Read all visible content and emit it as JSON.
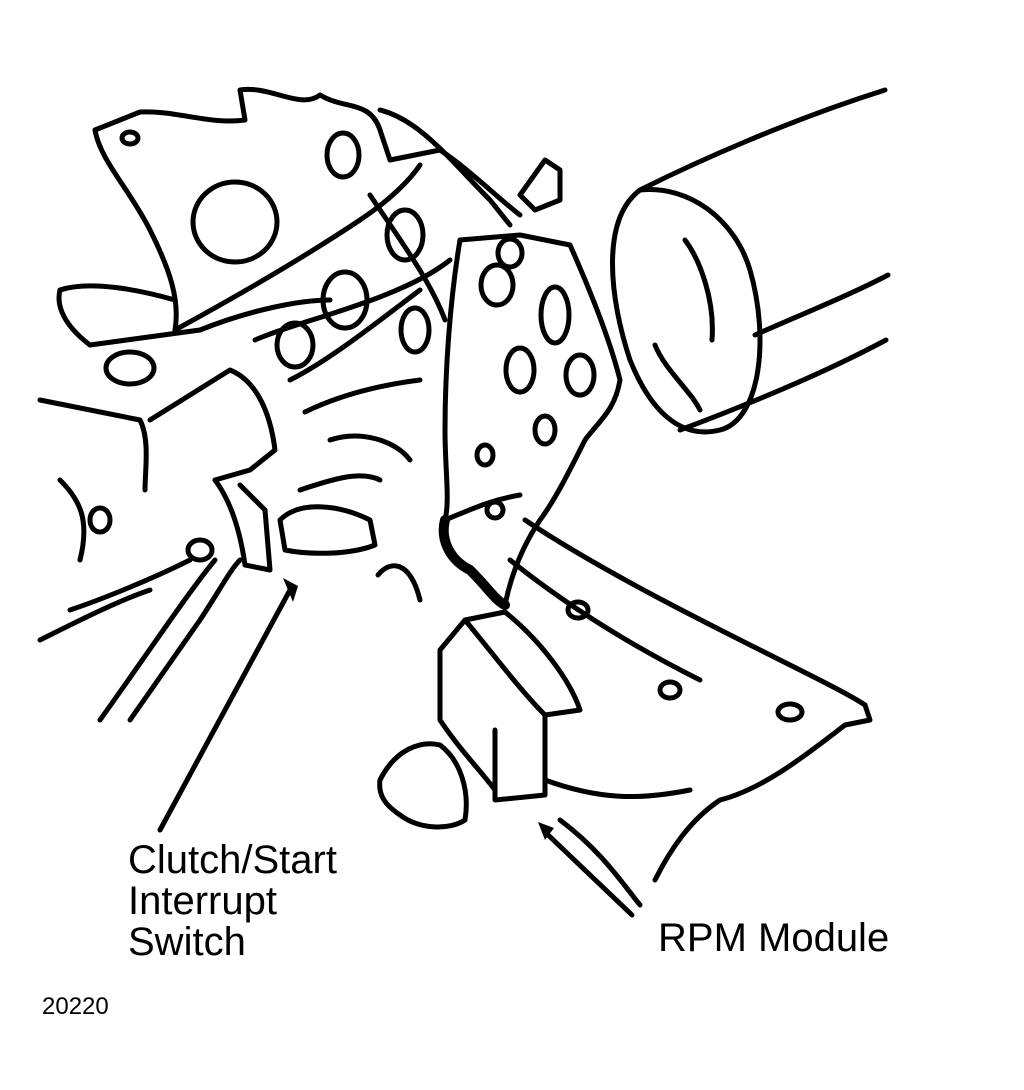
{
  "labels": {
    "clutch_switch": [
      "Clutch/Start",
      "Interrupt",
      "Switch"
    ],
    "rpm_module": "RPM Module"
  },
  "figure_number": "20220",
  "colors": {
    "ink": "#000000",
    "paper": "#ffffff"
  }
}
